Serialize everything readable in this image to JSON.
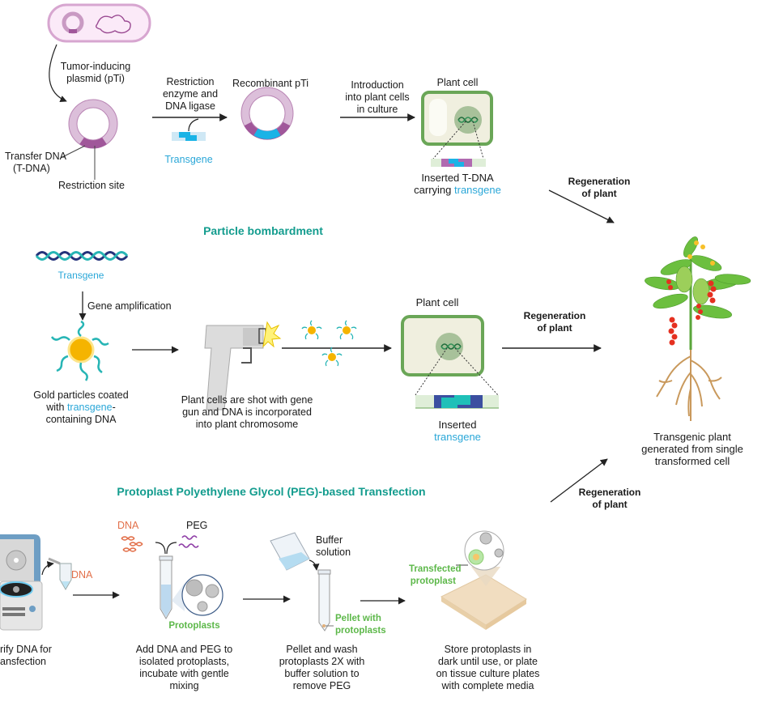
{
  "colors": {
    "heading": "#139c8e",
    "transgene": "#2aa7d8",
    "protoplast_label": "#5db84a",
    "dna_label": "#e2704a",
    "plasmid": "#d9b3d4",
    "tdna": "#a0579a",
    "cell_wall": "#6aa657",
    "cell_fill": "#f0efdf",
    "nucleus": "#a8c19a",
    "gold": "#f5b400",
    "coating_strand": "#27b5b5"
  },
  "agrobacterium": {
    "plasmid_label": "Tumor-inducing plasmid (pTi)",
    "plasmid_label_lines": [
      "Tumor-inducing",
      "plasmid (pTi)"
    ],
    "tdna_label_lines": [
      "Transfer DNA",
      "(T-DNA)"
    ],
    "restriction_site_label": "Restriction site",
    "step1_label_lines": [
      "Restriction",
      "enzyme and",
      "DNA ligase"
    ],
    "transgene_label": "Transgene",
    "recombinant_label": "Recombinant pTi",
    "step2_label_lines": [
      "Introduction",
      "into plant cells",
      "in culture"
    ],
    "plant_cell_label": "Plant cell",
    "inserted_label_line1": "Inserted T-DNA",
    "inserted_label_line2_prefix": "carrying ",
    "inserted_label_line2_highlight": "transgene",
    "regeneration_label_lines": [
      "Regeneration",
      "of plant"
    ]
  },
  "particle_bombardment": {
    "heading": "Particle bombardment",
    "transgene_label": "Transgene",
    "amplification_label": "Gene amplification",
    "gold_caption_line1": "Gold particles coated",
    "gold_caption_line2_prefix": "with ",
    "gold_caption_line2_highlight": "transgene",
    "gold_caption_line2_suffix": "-",
    "gold_caption_line3": "containing DNA",
    "gun_caption_lines": [
      "Plant cells are shot with gene",
      "gun and DNA is incorporated",
      "into plant chromosome"
    ],
    "plant_cell_label": "Plant cell",
    "inserted_label": "Inserted",
    "inserted_highlight": "transgene",
    "regeneration_label_lines": [
      "Regeneration",
      "of plant"
    ]
  },
  "result": {
    "caption_lines": [
      "Transgenic plant",
      "generated from single",
      "transformed cell"
    ]
  },
  "peg": {
    "heading": "Protoplast Polyethylene Glycol (PEG)-based Transfection",
    "dna_tube_label": "DNA",
    "step1_caption_lines": [
      "rify DNA for",
      "ansfection"
    ],
    "dna_label": "DNA",
    "peg_label": "PEG",
    "protoplasts_label": "Protoplasts",
    "step2_caption_lines": [
      "Add DNA and PEG to",
      "isolated protoplasts,",
      "incubate with gentle",
      "mixing"
    ],
    "buffer_label_lines": [
      "Buffer",
      "solution"
    ],
    "pellet_label_lines": [
      "Pellet with",
      "protoplasts"
    ],
    "step3_caption_lines": [
      "Pellet and wash",
      "protoplasts 2X with",
      "buffer solution to",
      "remove PEG"
    ],
    "transfected_label_lines": [
      "Transfected",
      "protoplast"
    ],
    "step4_caption_lines": [
      "Store protoplasts in",
      "dark until use, or plate",
      "on tissue culture plates",
      "with complete media"
    ],
    "regeneration_label_lines": [
      "Regeneration",
      "of plant"
    ]
  }
}
